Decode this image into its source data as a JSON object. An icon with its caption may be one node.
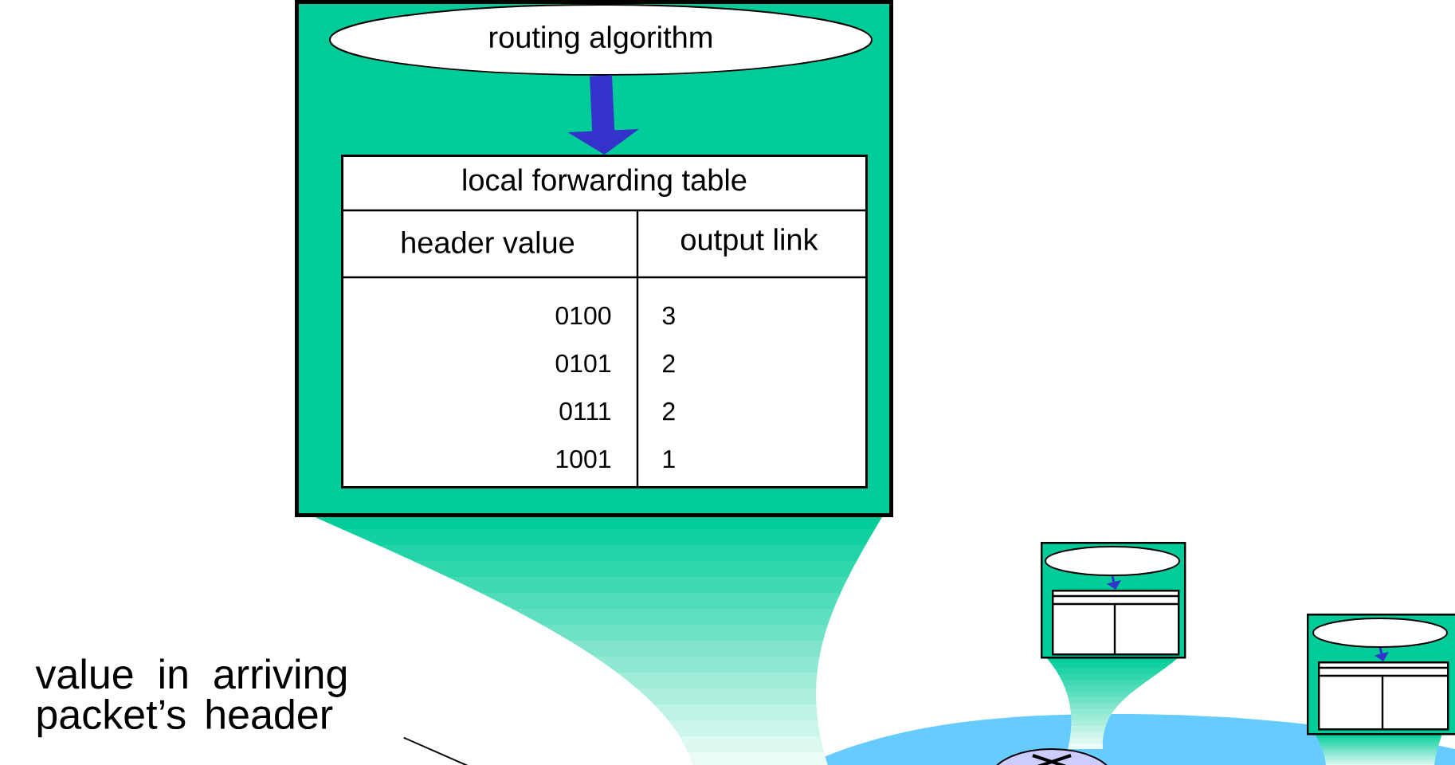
{
  "diagram": {
    "nodes": [
      {
        "text": [],
        "shape": "box"
      },
      {
        "text": [
          "routing algorithm"
        ],
        "in": 0
      },
      {
        "text": [
          "local forwarding table"
        ],
        "in": 0
      },
      {
        "text": [],
        "shape": "box"
      },
      {
        "text": [],
        "shape": "ellipse",
        "in": 3
      },
      {
        "text": [],
        "shape": "box",
        "in": 3
      },
      {
        "text": [],
        "shape": "box"
      },
      {
        "text": [],
        "shape": "ellipse",
        "in": 6
      },
      {
        "text": [],
        "shape": "box",
        "in": 6
      },
      {
        "text": [
          "value in arriving packet’s header"
        ]
      }
    ],
    "edges": [
      {
        "from": 1,
        "to": 2,
        "arrow": "to",
        "style": "thick"
      },
      {
        "from": 4,
        "to": 5,
        "arrow": "to"
      },
      {
        "from": 7,
        "to": 8,
        "arrow": "to"
      },
      {
        "from": 9,
        "to": null,
        "arrow": "none",
        "color": "#000000"
      }
    ],
    "labels": [
      "header value",
      "output link",
      "0100",
      "3",
      "0101",
      "2",
      "0111",
      "2",
      "1001",
      "1"
    ]
  }
}
